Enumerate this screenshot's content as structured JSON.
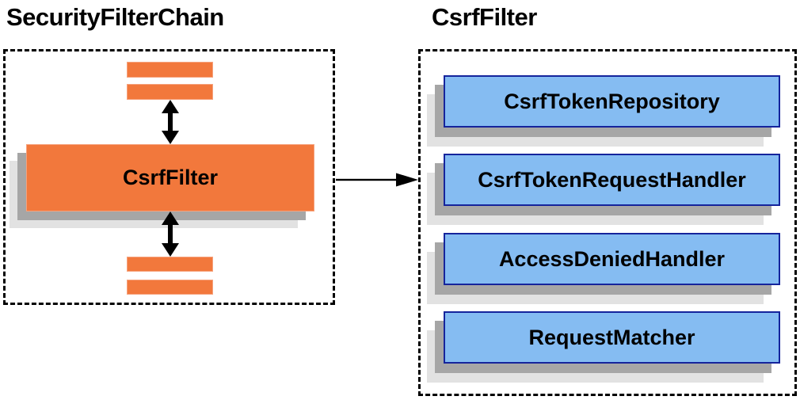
{
  "left_panel": {
    "title": "SecurityFilterChain",
    "filter_box_label": "CsrfFilter"
  },
  "right_panel": {
    "title": "CsrfFilter",
    "components": [
      {
        "label": "CsrfTokenRepository"
      },
      {
        "label": "CsrfTokenRequestHandler"
      },
      {
        "label": "AccessDeniedHandler"
      },
      {
        "label": "RequestMatcher"
      }
    ]
  },
  "connectors": {
    "chain_upper": "double-vertical-arrow",
    "chain_lower": "double-vertical-arrow",
    "filter_to_components": "right-arrow"
  },
  "colors": {
    "orange_fill": "#F2783C",
    "orange_border": "#F6A27D",
    "blue_fill": "#85BCF2",
    "blue_border": "#15249C",
    "shadow_dark": "#A6A6A6",
    "shadow_light": "#E2E2E2",
    "arrow_black": "#000000",
    "dashed_border": "#000000",
    "title_text": "#000000"
  }
}
